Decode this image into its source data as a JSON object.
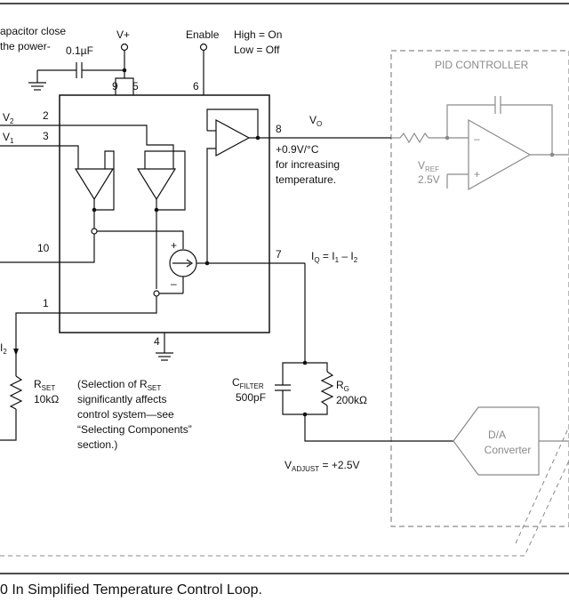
{
  "power": {
    "cap_note_line1": "apacitor close",
    "cap_note_line2": "the power-",
    "cap_value": "0.1µF",
    "vplus": "V+",
    "enable": "Enable",
    "enable_high": "High = On",
    "enable_low": "Low = Off"
  },
  "pins": [
    "9",
    "5",
    "6",
    "2",
    "3",
    "8",
    "10",
    "7",
    "1",
    "4"
  ],
  "inputs": {
    "v2": "V",
    "v2_sub": "2",
    "v1": "V",
    "v1_sub": "1"
  },
  "output": {
    "vo": "V",
    "vo_sub": "O",
    "line1": "+0.9V/°C",
    "line2": "for increasing",
    "line3": "temperature."
  },
  "iq": {
    "i": "I",
    "q": "Q",
    "eq": " = I",
    "s1": "1",
    "minus": " – I",
    "s2": "2"
  },
  "current_label": {
    "i": "I",
    "sub": "2"
  },
  "rset": {
    "r": "R",
    "sub": "SET",
    "value": "10kΩ"
  },
  "note": {
    "line1a": "(Selection of R",
    "line1sub": "SET",
    "line2": "significantly affects",
    "line3": "control system—see",
    "line4": "“Selecting Components”",
    "line5": "section.)"
  },
  "cfilter": {
    "c": "C",
    "sub": "FILTER",
    "value": "500pF"
  },
  "rg": {
    "r": "R",
    "sub": "G",
    "value": "200kΩ"
  },
  "vadjust": {
    "v": "V",
    "sub": "ADJUST",
    "value": " = +2.5V"
  },
  "pid": {
    "title": "PID CONTROLLER",
    "vref": "V",
    "vref_sub": "REF",
    "vref_value": "2.5V",
    "minus": "–",
    "plus": "+"
  },
  "dac": {
    "line1": "D/A",
    "line2": "Converter"
  },
  "opamp_signs": {
    "plus": "+",
    "minus": "–"
  },
  "caption": "0 In Simplified Temperature Control Loop."
}
